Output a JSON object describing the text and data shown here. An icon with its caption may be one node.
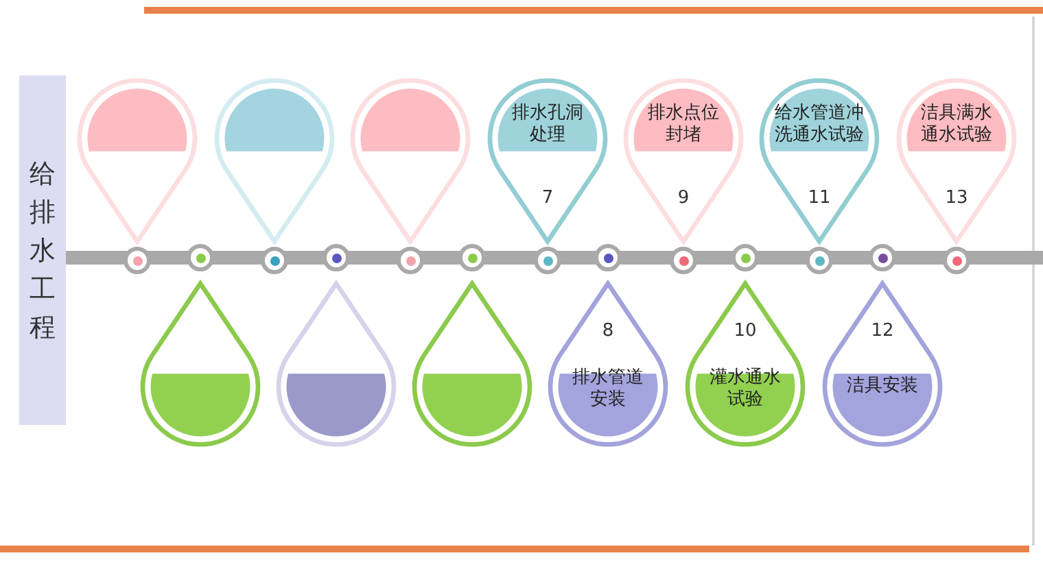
{
  "diagram": {
    "nodes": [
      {
        "text": [
          "给排水工程"
        ]
      },
      {
        "text": [],
        "shape": "drop"
      },
      {
        "text": [],
        "shape": "drop"
      },
      {
        "text": [],
        "shape": "drop"
      },
      {
        "text": [],
        "shape": "drop"
      },
      {
        "text": [],
        "shape": "drop"
      },
      {
        "text": [],
        "shape": "drop"
      },
      {
        "text": [
          "排水孔洞处理",
          "7"
        ]
      },
      {
        "text": [
          "8",
          "排水管道安装"
        ]
      },
      {
        "text": [
          "排水点位封堵",
          "9"
        ]
      },
      {
        "text": [
          "10",
          "灌水通水试验"
        ]
      },
      {
        "text": [
          "给水管道冲洗通水试验",
          "11"
        ]
      },
      {
        "text": [
          "12",
          "洁具安装"
        ]
      },
      {
        "text": [
          "洁具满水通水试验",
          "13"
        ]
      }
    ]
  }
}
